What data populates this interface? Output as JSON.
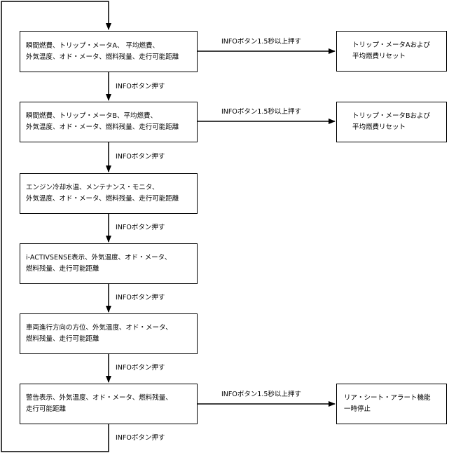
{
  "steps": [
    {
      "text": "瞬間燃費、トリップ・メータA、 平均燃費、\n外気温度、オド・メータ、燃料残量、走行可能距離"
    },
    {
      "text": "瞬間燃費、トリップ・メータB、平均燃費、\n外気温度、オド・メータ、燃料残量、走行可能距離"
    },
    {
      "text": "エンジン冷却水温、メンテナンス・モニタ、\n外気温度、オド・メータ、燃料残量、走行可能距離"
    },
    {
      "text": "i-ACTIVSENSE表示、外気温度、オド・メータ、\n燃料残量、走行可能距離"
    },
    {
      "text": "車両進行方向の方位、外気温度、オド・メータ、\n燃料残量、走行可能距離"
    },
    {
      "text": "警告表示、外気温度、オド・メータ、燃料残量、\n走行可能距離"
    }
  ],
  "side_boxes": [
    {
      "text": "トリップ・メータAおよび\n平均燃費リセット"
    },
    {
      "text": "トリップ・メータBおよび\n平均燃費リセット"
    },
    {
      "text": "リア・シート・アラート機能\n一時停止"
    }
  ],
  "labels": {
    "info_press": "INFOボタン押す",
    "info_long_press": "INFOボタン1.5秒以上押す"
  }
}
